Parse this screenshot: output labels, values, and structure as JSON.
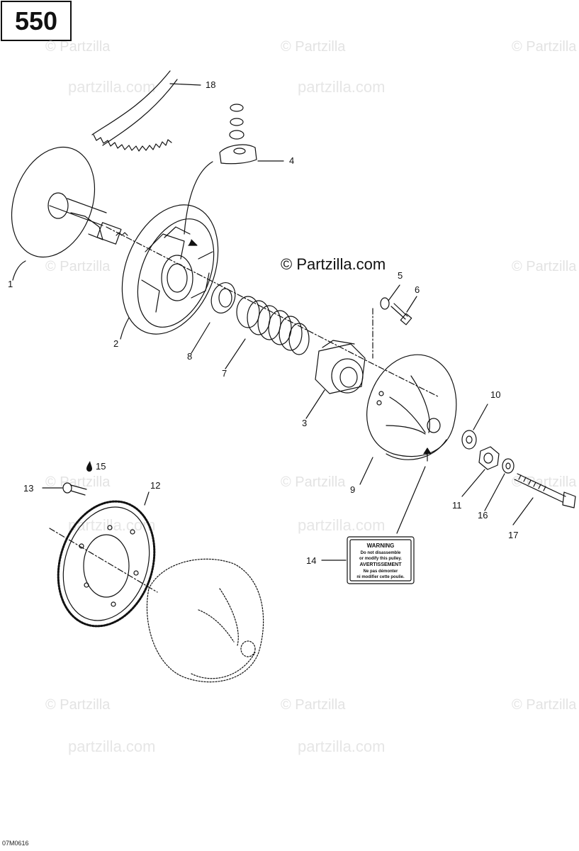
{
  "page_label": "550",
  "doc_id": "07M0616",
  "watermark": {
    "symbol_text": "© Partzilla",
    "domain_text": "partzilla.com",
    "center_text": "© Partzilla.com"
  },
  "callouts": [
    "1",
    "2",
    "3",
    "4",
    "5",
    "6",
    "7",
    "8",
    "9",
    "10",
    "11",
    "12",
    "13",
    "15",
    "14",
    "16",
    "17",
    "18"
  ],
  "warning_label": {
    "line1": "WARNING",
    "line2": "Do not disassemble",
    "line3": "or modify this pulley.",
    "line4": "AVERTISSEMENT",
    "line5": "Ne pas démonter",
    "line6": "ni modifier cette poulie."
  },
  "colors": {
    "ink": "#111111",
    "watermark": "#e3e3e3",
    "background": "#ffffff"
  }
}
